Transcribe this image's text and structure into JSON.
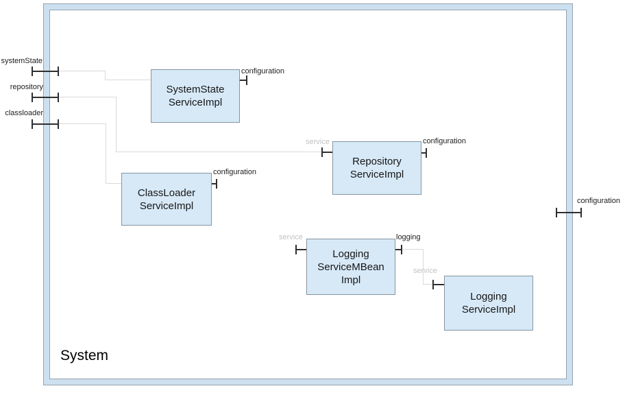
{
  "frame": {
    "title": "System"
  },
  "border_ports": [
    {
      "label": "systemState",
      "side": "left"
    },
    {
      "label": "repository",
      "side": "left"
    },
    {
      "label": "classloader",
      "side": "left"
    },
    {
      "label": "configuration",
      "side": "right"
    }
  ],
  "components": [
    {
      "name": "SystemStateServiceImpl",
      "lines": [
        "SystemState",
        "ServiceImpl"
      ],
      "ports": [
        "configuration"
      ]
    },
    {
      "name": "RepositoryServiceImpl",
      "lines": [
        "Repository",
        "ServiceImpl"
      ],
      "ports": [
        "service",
        "configuration"
      ]
    },
    {
      "name": "ClassLoaderServiceImpl",
      "lines": [
        "ClassLoader",
        "ServiceImpl"
      ],
      "ports": [
        "configuration"
      ]
    },
    {
      "name": "LoggingServiceMBeanImpl",
      "lines": [
        "Logging",
        "ServiceMBean",
        "Impl"
      ],
      "ports": [
        "service",
        "logging"
      ]
    },
    {
      "name": "LoggingServiceImpl",
      "lines": [
        "Logging",
        "ServiceImpl"
      ],
      "ports": [
        "service"
      ]
    }
  ],
  "port_labels": {
    "configuration": "configuration",
    "service": "service",
    "logging": "logging"
  },
  "colors": {
    "component_fill": "#d7e9f7",
    "component_border": "#8494a0",
    "frame_band": "#cde0f0",
    "frame_line": "#97a3ae",
    "wire": "#d9d9d9",
    "port": "#2e2e2e",
    "muted_label": "#c2c2c2",
    "label": "#1c1c1c"
  }
}
